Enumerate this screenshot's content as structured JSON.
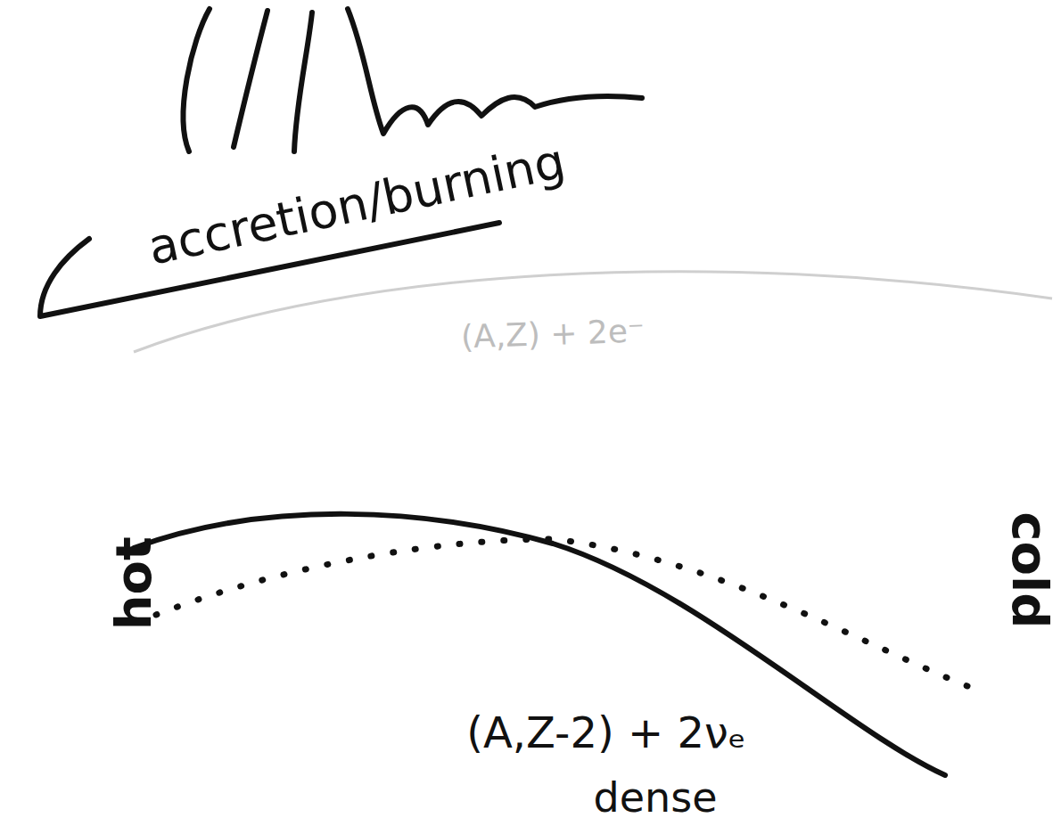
{
  "diagram": {
    "labels": [
      "accretion/burning",
      "(A,Z) + 2e⁻",
      "hot",
      "cold",
      "(A,Z-2) + 2νₑ",
      "dense"
    ]
  }
}
